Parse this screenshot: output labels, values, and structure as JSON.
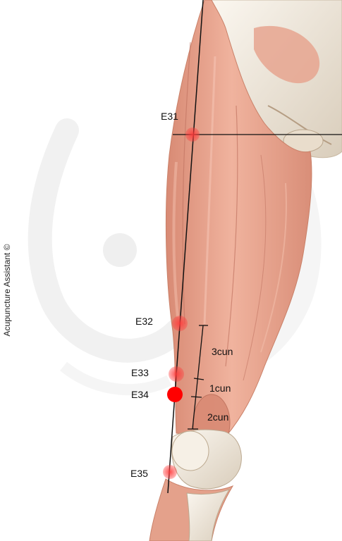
{
  "watermark": {
    "text": "Acupuncture Assistant ©"
  },
  "points": [
    {
      "id": "E31",
      "label": "E31",
      "color": "#e85a5a",
      "active": false
    },
    {
      "id": "E32",
      "label": "E32",
      "color": "#e85a5a",
      "active": false
    },
    {
      "id": "E33",
      "label": "E33",
      "color": "#e85a5a",
      "active": false
    },
    {
      "id": "E34",
      "label": "E34",
      "color": "#ff0000",
      "active": true
    },
    {
      "id": "E35",
      "label": "E35",
      "color": "#e85a5a",
      "active": false
    }
  ],
  "measurements": [
    {
      "label": "3cun"
    },
    {
      "label": "1cun"
    },
    {
      "label": "2cun"
    }
  ],
  "colors": {
    "muscle": "#e8a08a",
    "muscle_dark": "#cf7f6a",
    "bone": "#efe6d8",
    "line": "#111111",
    "watermark": "#e9e9e9"
  }
}
